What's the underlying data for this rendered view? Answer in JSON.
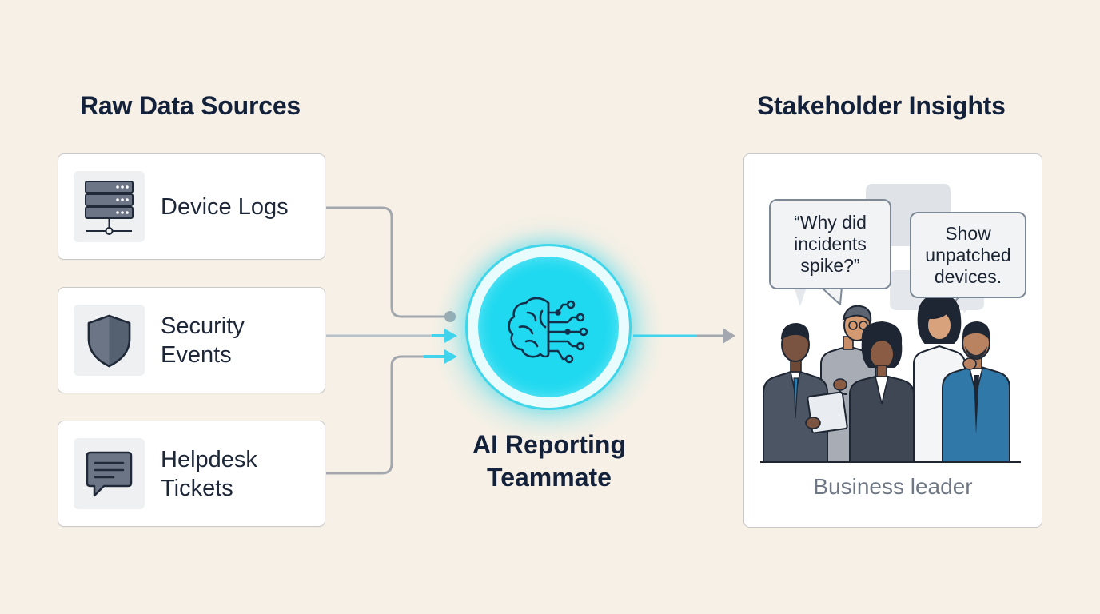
{
  "left_heading": "Raw Data Sources",
  "right_heading": "Stakeholder Insights",
  "sources": [
    {
      "lines": [
        "Device Logs"
      ],
      "icon": "server-icon"
    },
    {
      "lines": [
        "Security",
        "Events"
      ],
      "icon": "shield-icon"
    },
    {
      "lines": [
        "Helpdesk",
        "Tickets"
      ],
      "icon": "chat-bubble-icon"
    }
  ],
  "ai": {
    "lines": [
      "AI Reporting",
      "Teammate"
    ],
    "icon": "brain-circuit-icon"
  },
  "insights": {
    "bubbles": [
      {
        "lines": [
          "“Why did",
          "incidents",
          "spike?”"
        ]
      },
      {
        "lines": [
          "Show",
          "unpatched",
          "devices."
        ]
      }
    ],
    "caption": "Business leader",
    "illustration": "business-team-illustration"
  },
  "colors": {
    "background": "#f6f0e6",
    "accent_cyan": "#1fd9f0",
    "connector_gray": "#a3a8ae",
    "connector_cyan": "#43d3ec",
    "text_dark": "#14213a"
  }
}
